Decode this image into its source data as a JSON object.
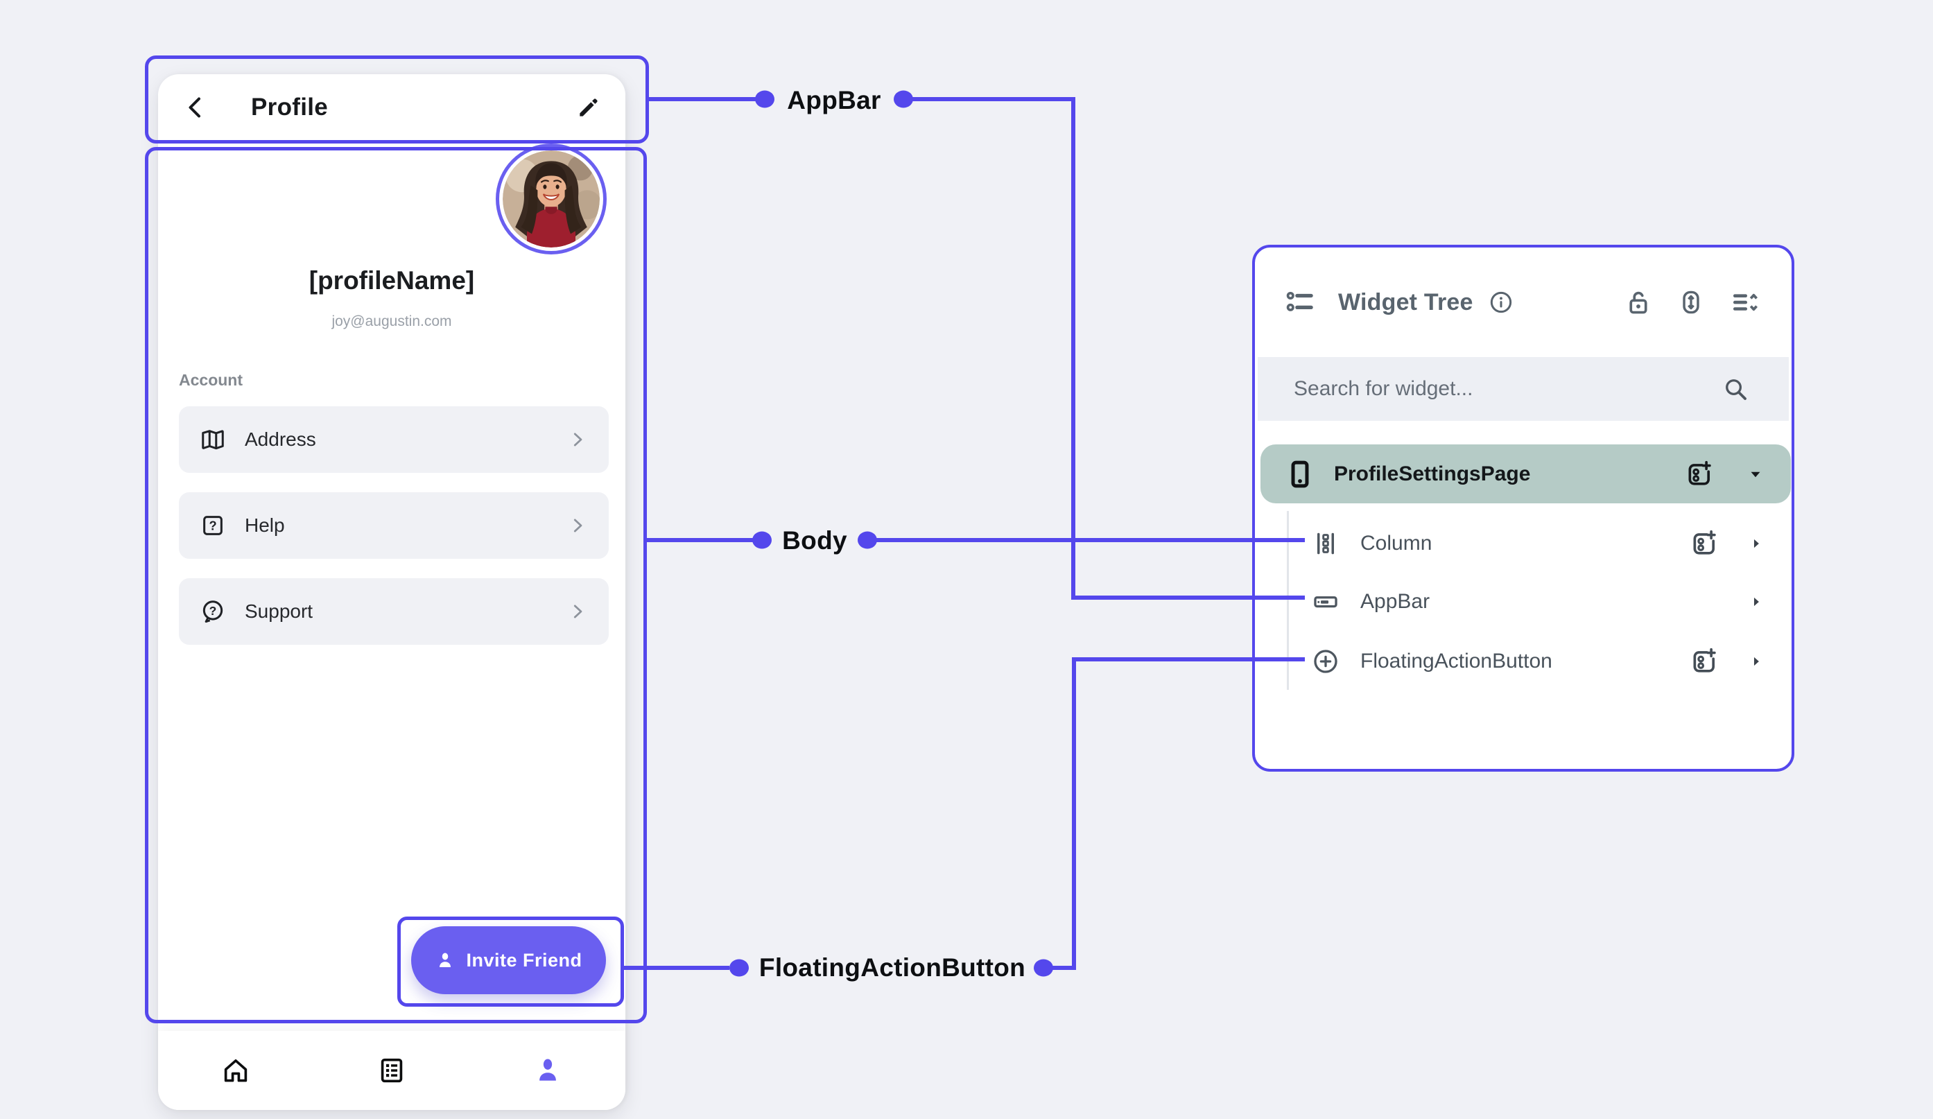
{
  "colors": {
    "accent": "#5447ec",
    "button": "#6a5ff0",
    "selected_row": "#b5cbc6",
    "page_bg": "#f0f1f6",
    "item_bg": "#f0f1f5",
    "search_bg": "#edeff4"
  },
  "phone": {
    "appbar": {
      "title": "Profile"
    },
    "profile": {
      "name": "[profileName]",
      "email": "joy@augustin.com"
    },
    "account": {
      "section_label": "Account",
      "items": [
        {
          "label": "Address",
          "icon": "map-icon"
        },
        {
          "label": "Help",
          "icon": "help-square-icon"
        },
        {
          "label": "Support",
          "icon": "support-question-icon"
        }
      ]
    },
    "fab": {
      "label": "Invite Friend",
      "icon": "person-icon"
    },
    "bottom_nav": {
      "icons": [
        "home-icon",
        "list-icon",
        "person-icon"
      ],
      "active": "person-icon"
    }
  },
  "annotations": {
    "appbar": "AppBar",
    "body": "Body",
    "fab": "FloatingActionButton"
  },
  "widget_tree": {
    "title": "Widget Tree",
    "header_icons": [
      "tree-list-icon",
      "info-icon",
      "lock-open-icon",
      "expand-vertical-icon",
      "collapse-list-icon"
    ],
    "search_placeholder": "Search for widget...",
    "root": {
      "label": "ProfileSettingsPage",
      "icon": "smartphone-icon",
      "caret": "down"
    },
    "children": [
      {
        "label": "Column",
        "icon": "column-icon",
        "has_add": true,
        "caret": "right"
      },
      {
        "label": "AppBar",
        "icon": "appbar-icon",
        "has_add": false,
        "caret": "right"
      },
      {
        "label": "FloatingActionButton",
        "icon": "circle-plus-icon",
        "has_add": true,
        "caret": "right"
      }
    ]
  }
}
